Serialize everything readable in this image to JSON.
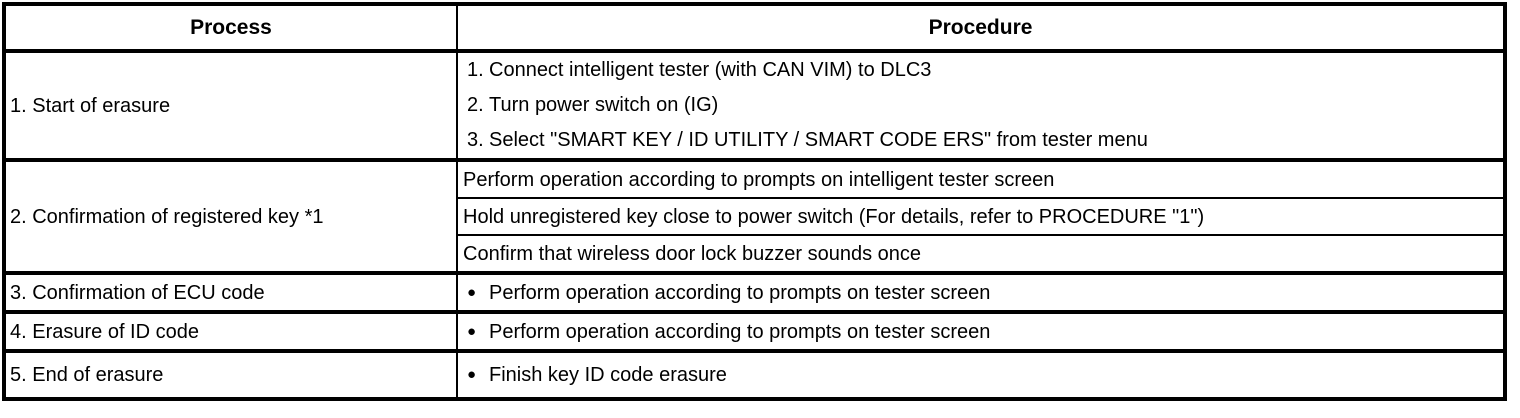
{
  "table": {
    "headers": {
      "process": "Process",
      "procedure": "Procedure"
    },
    "bullet_icon": "●",
    "rows": [
      {
        "process": "1. Start of erasure",
        "steps": [
          {
            "num": "1.",
            "text": "Connect intelligent tester (with CAN VIM) to DLC3"
          },
          {
            "num": "2.",
            "text": "Turn power switch on (IG)"
          },
          {
            "num": "3.",
            "text": "Select \"SMART KEY / ID UTILITY / SMART CODE ERS\" from tester menu"
          }
        ]
      },
      {
        "process": "2. Confirmation of registered key *1",
        "procedures": [
          "Perform operation according to prompts on intelligent tester screen",
          "Hold unregistered key close to power switch (For details, refer to PROCEDURE \"1\")",
          "Confirm that wireless door lock buzzer sounds once"
        ]
      },
      {
        "process": "3. Confirmation of ECU code",
        "procedure": "Perform operation according to prompts on tester screen"
      },
      {
        "process": "4. Erasure of ID code",
        "procedure": "Perform operation according to prompts on tester screen"
      },
      {
        "process": "5. End of erasure",
        "procedure": "Finish key ID code erasure"
      }
    ],
    "colors": {
      "border": "#000000",
      "text": "#000000",
      "background": "#ffffff"
    }
  }
}
